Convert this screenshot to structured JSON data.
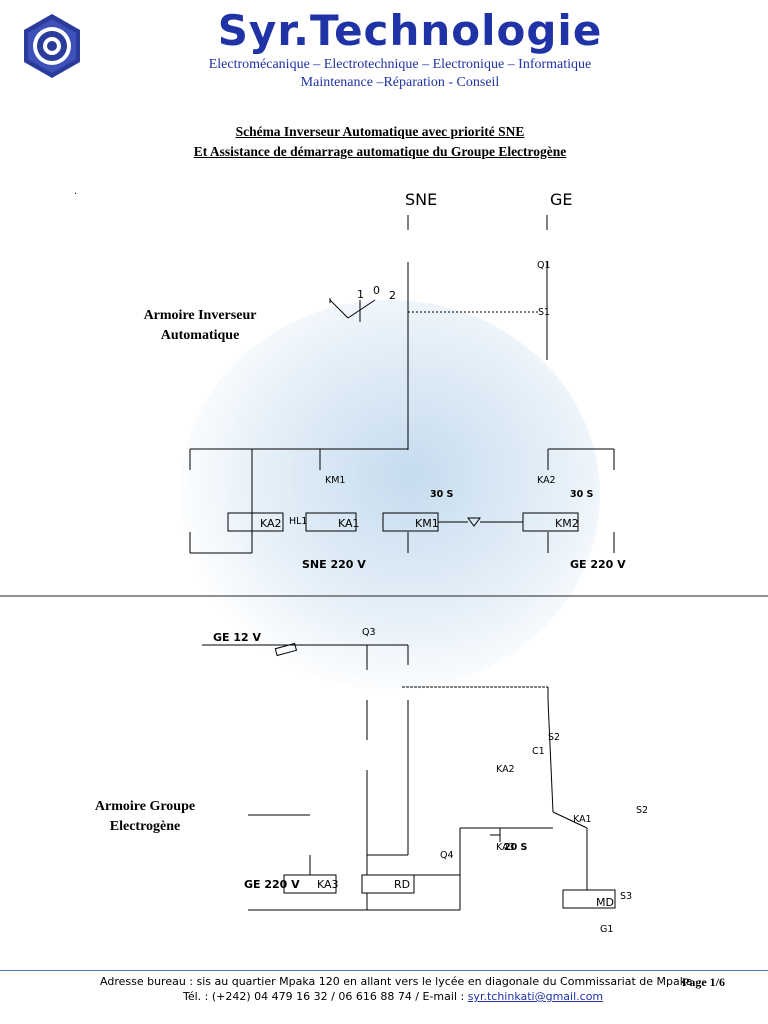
{
  "header": {
    "brand": "Syr.Technologie",
    "tagline1": "Electromécanique – Electrotechnique – Electronique – Informatique",
    "tagline2": "Maintenance –Réparation - Conseil",
    "brand_color": "#1f33a6"
  },
  "document": {
    "title1": "Schéma Inverseur Automatique avec priorité SNE",
    "title2": "Et Assistance de démarrage automatique du Groupe Electrogène",
    "dot": ".",
    "section1": [
      "Armoire Inverseur",
      "Automatique"
    ],
    "section2": [
      "Armoire Groupe",
      "Electrogène"
    ]
  },
  "schema": {
    "sne": "SNE",
    "ge": "GE",
    "q1": "Q1",
    "sel_1": "1",
    "sel_0": "0",
    "sel_2": "2",
    "s1": "S1",
    "km1_top": "KM1",
    "ka2_top": "KA2",
    "t30a": "30 S",
    "t30b": "30 S",
    "ka2_coil": "KA2",
    "hl1": "HL1",
    "ka1_coil": "KA1",
    "km1_coil": "KM1",
    "km2_coil": "KM2",
    "sne220": "SNE 220 V",
    "ge220_top": "GE 220 V",
    "ge12": "GE 12 V",
    "q3": "Q3",
    "s2a": "S2",
    "c1": "C1",
    "ka2_low": "KA2",
    "s2b": "S2",
    "ka1_low": "KA1",
    "ka3_contact": "KA3",
    "t20": "20 S",
    "q4": "Q4",
    "ge220_bottom": "GE 220 V",
    "ka3_coil": "KA3",
    "rd": "RD",
    "md": "MD",
    "s3": "S3",
    "g1": "G1"
  },
  "footer": {
    "address": "Adresse bureau : sis au quartier Mpaka 120 en allant vers le lycée en diagonale du Commissariat de Mpaka",
    "tel": "Tél. : (+242) 04 479 16 32 / 06 616 88 74 / E-mail : ",
    "email": "syr.tchinkati@gmail.com",
    "page": "Page 1/6"
  }
}
